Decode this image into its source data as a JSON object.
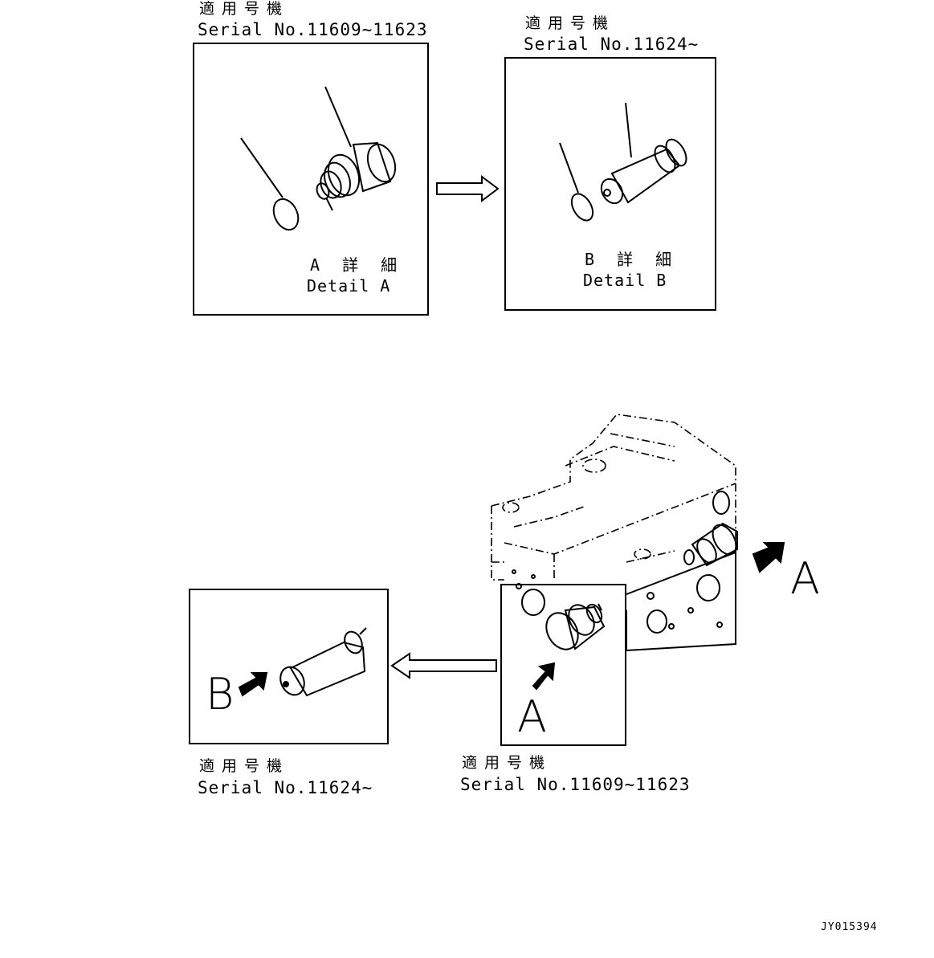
{
  "panel_detail_a": {
    "applicable_label_jp": "適用号機",
    "serial_label": "Serial No.11609~11623",
    "detail_jp": "A 詳 細",
    "detail_en": "Detail A"
  },
  "panel_detail_b": {
    "applicable_label_jp": "適用号機",
    "serial_label": "Serial No.11624~",
    "detail_jp": "B 詳 細",
    "detail_en": "Detail B"
  },
  "callout_new": {
    "applicable_label_jp": "適用号機",
    "serial_label": "Serial No.11624~",
    "view_letter": "B"
  },
  "callout_old": {
    "applicable_label_jp": "適用号機",
    "serial_label": "Serial No.11609~11623",
    "view_letter": "A"
  },
  "assembly": {
    "view_letter": "A"
  },
  "drawing_code": "JY015394"
}
